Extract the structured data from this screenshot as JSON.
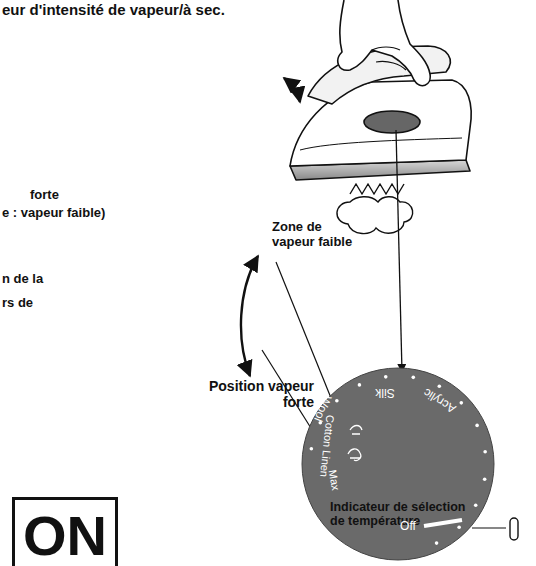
{
  "diagram": {
    "nodes": [
      {
        "text": [
          "ON"
        ]
      }
    ],
    "labels": [
      "eur d'intensité de vapeur/à sec.",
      "forte",
      "e : vapeur faible)",
      "n de la",
      "rs de",
      "Zone de vapeur faible",
      "Position vapeur forte",
      "Indicateur de sélection de température",
      "Silk",
      "Acrylic",
      "Wool",
      "Cotton Linen",
      "Max",
      "Off"
    ]
  }
}
